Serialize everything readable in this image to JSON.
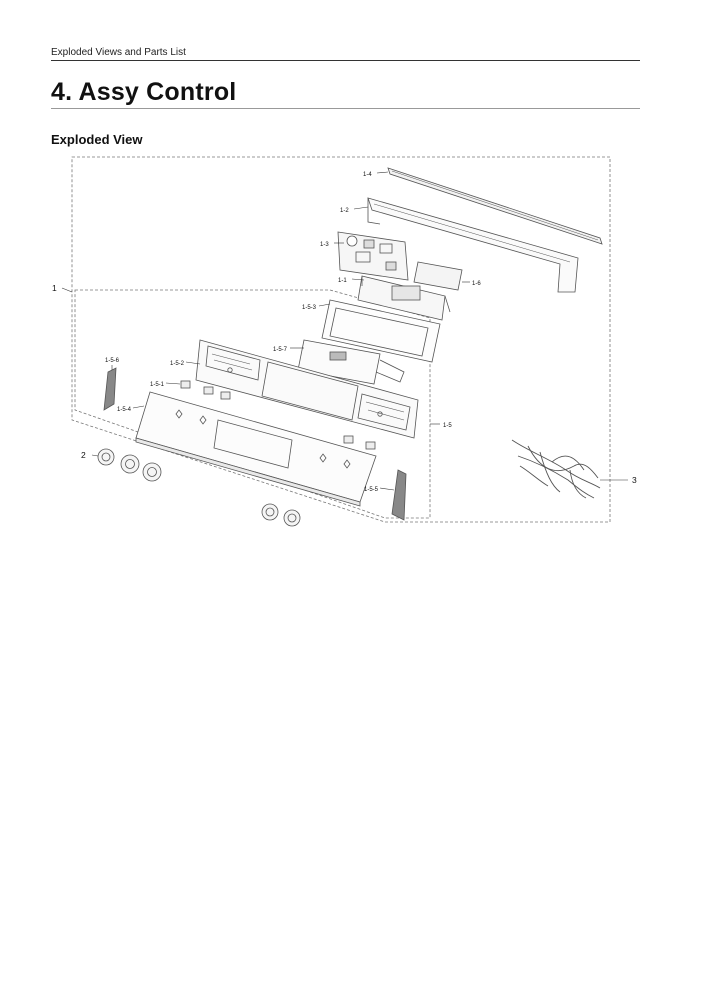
{
  "header": {
    "text": "Exploded Views and Parts List"
  },
  "section": {
    "title": "4.  Assy Control"
  },
  "subsection": {
    "title": "Exploded View"
  },
  "callouts": {
    "c1": "1",
    "c1_1": "1-1",
    "c1_2": "1-2",
    "c1_3": "1-3",
    "c1_4": "1-4",
    "c1_5": "1-5",
    "c1_5_1": "1-5-1",
    "c1_5_2": "1-5-2",
    "c1_5_3": "1-5-3",
    "c1_5_4": "1-5-4",
    "c1_5_5": "1-5-5",
    "c1_5_6": "1-5-6",
    "c1_5_7": "1-5-7",
    "c1_6": "1-6",
    "c2": "2",
    "c3": "3"
  }
}
